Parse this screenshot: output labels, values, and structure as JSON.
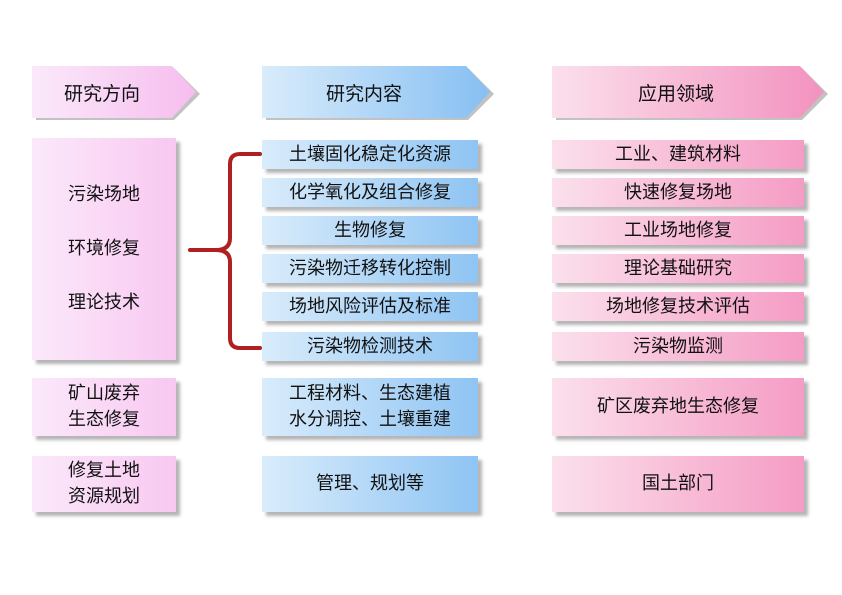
{
  "headers": {
    "direction": "研究方向",
    "content": "研究内容",
    "application": "应用领域"
  },
  "directions": [
    {
      "lines": [
        "污染场地",
        "环境修复",
        "理论技术"
      ]
    },
    {
      "lines": [
        "矿山废弃",
        "生态修复"
      ]
    },
    {
      "lines": [
        "修复土地",
        "资源规划"
      ]
    }
  ],
  "contents": [
    "土壤固化稳定化资源",
    "化学氧化及组合修复",
    "生物修复",
    "污染物迁移转化控制",
    "场地风险评估及标准",
    "污染物检测技术"
  ],
  "content_mine": [
    "工程材料、生态建植",
    "水分调控、土壤重建"
  ],
  "content_land": "管理、规划等",
  "applications": [
    "工业、建筑材料",
    "快速修复场地",
    "工业场地修复",
    "理论基础研究",
    "场地修复技术评估",
    "污染物监测"
  ],
  "application_mine": "矿区废弃地生态修复",
  "application_land": "国土部门",
  "colors": {
    "brace": "#b02020",
    "pink_light": "#f8c8f1",
    "blue": "#8fc4f3",
    "pink": "#f59cc4"
  }
}
